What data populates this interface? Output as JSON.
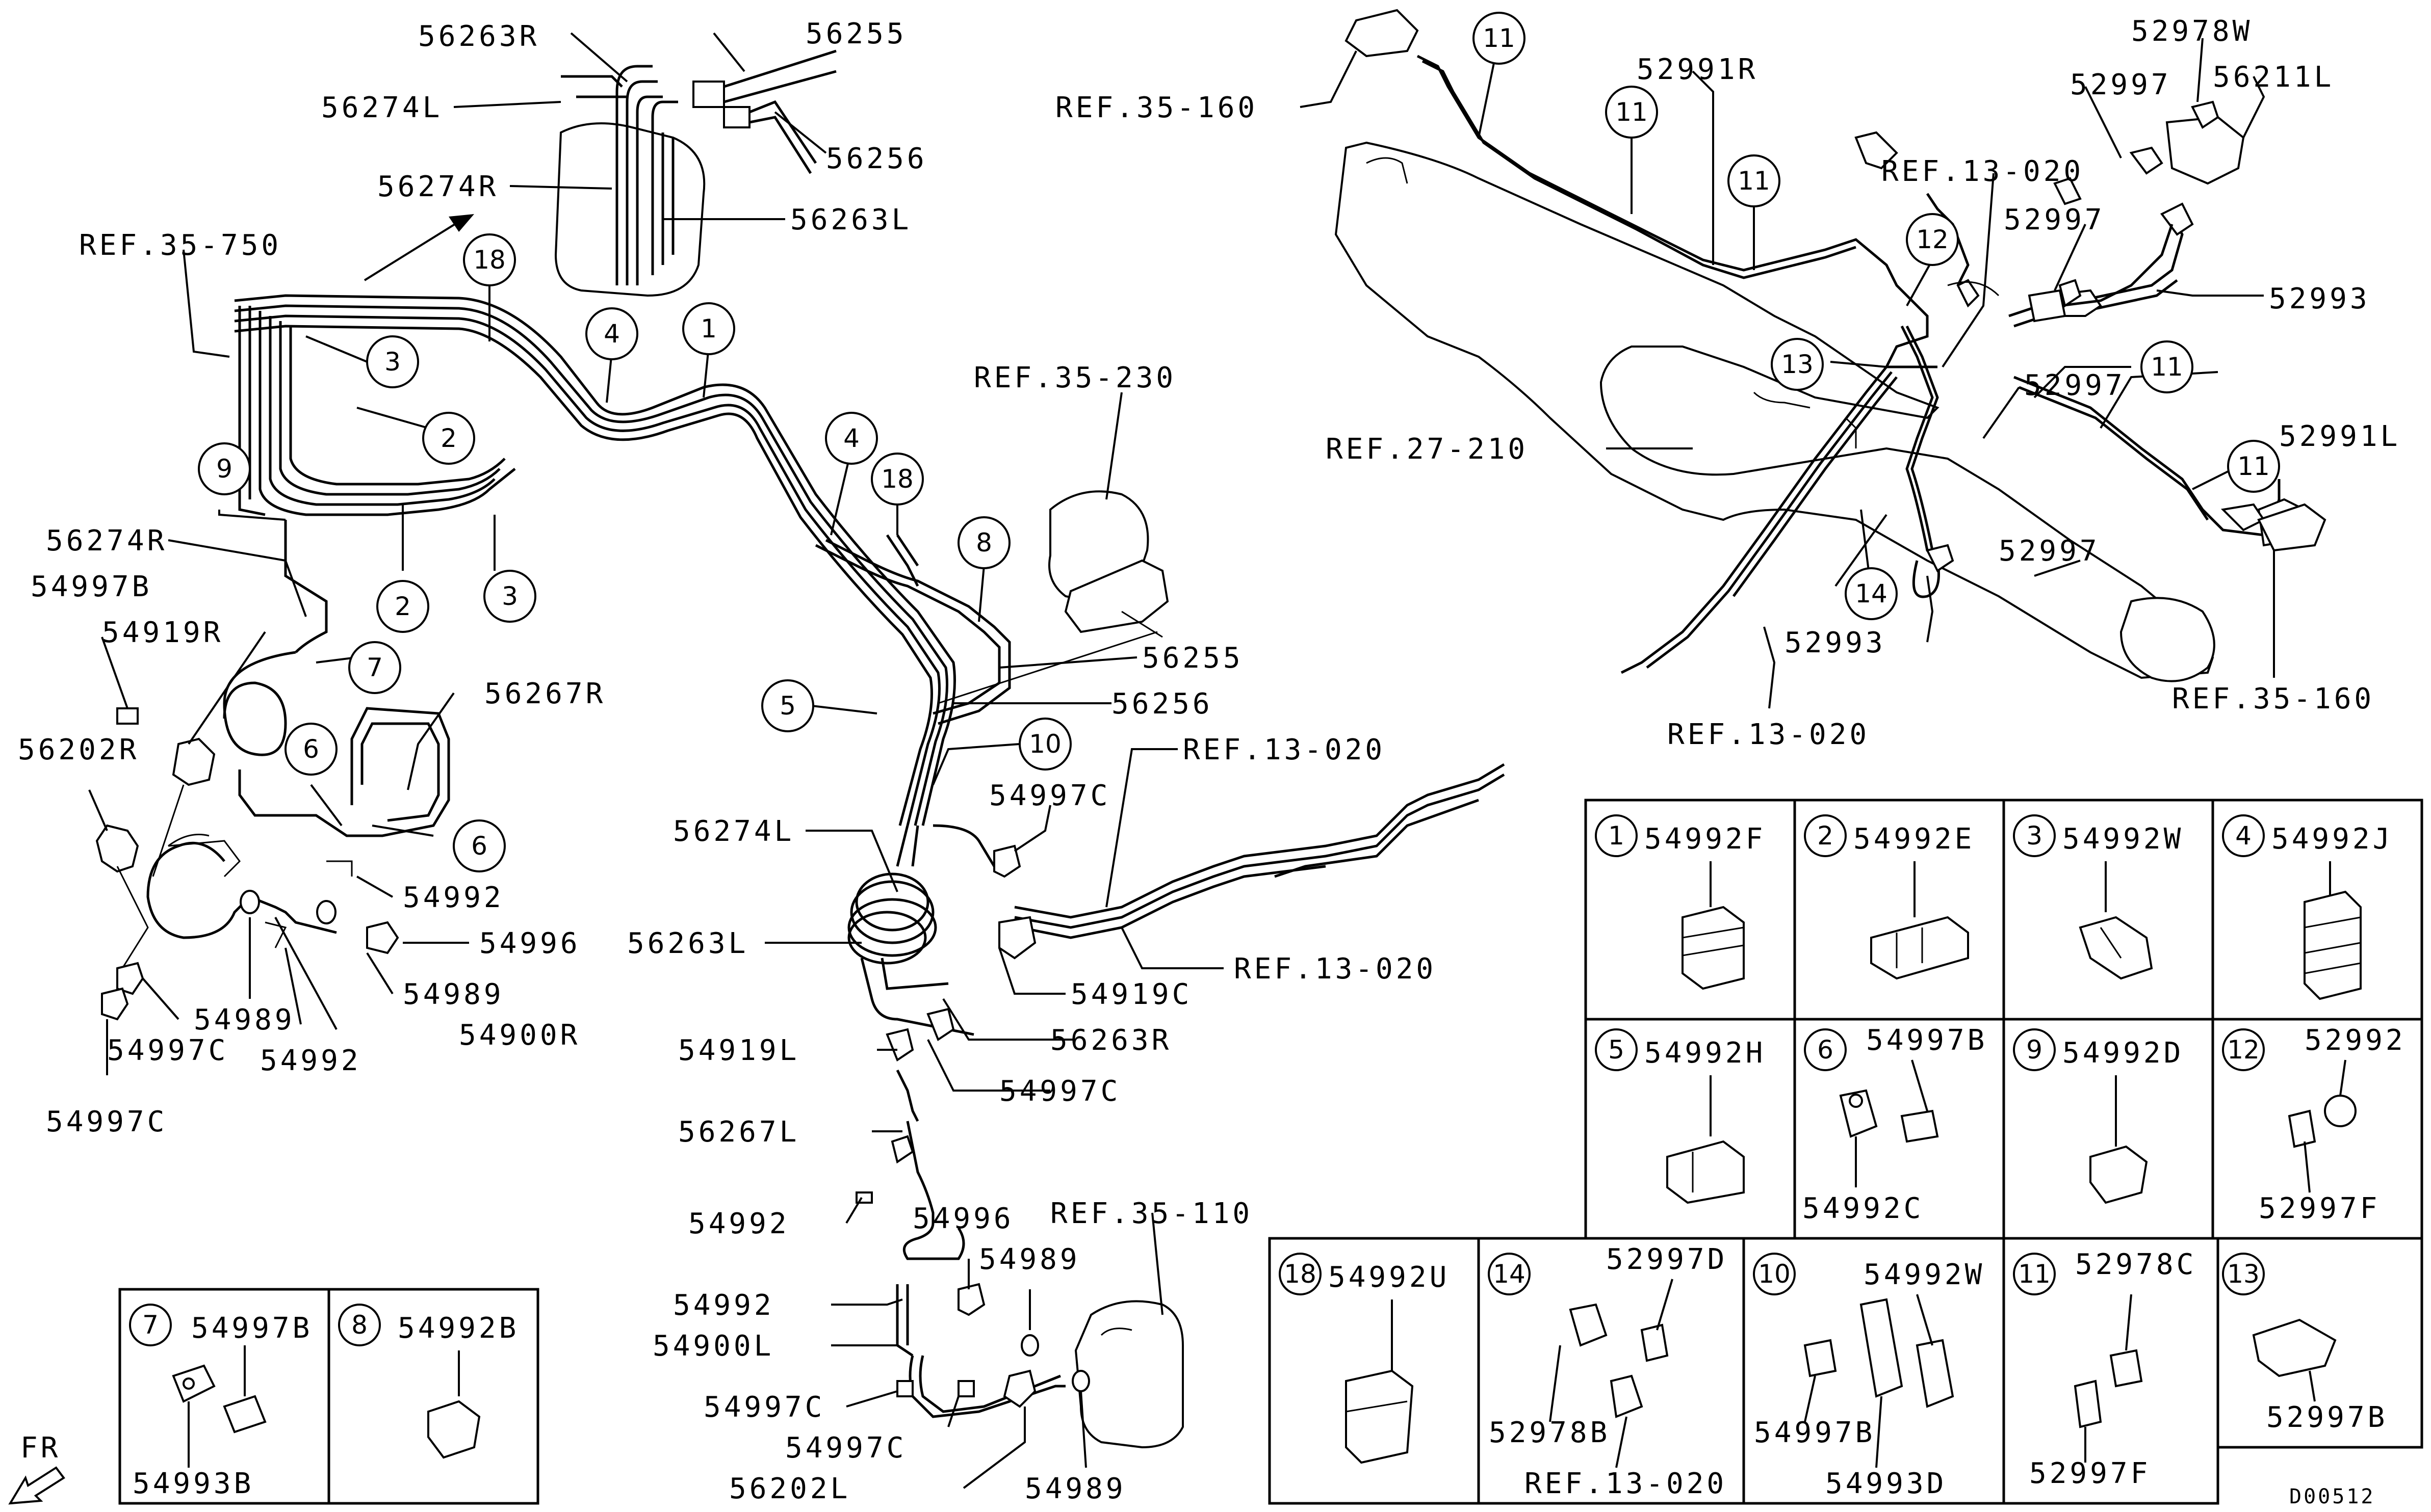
{
  "main_labels": {
    "l56263R_top": "56263R",
    "l56255_top": "56255",
    "l56274L_top": "56274L",
    "l56256_top": "56256",
    "l56274R_top": "56274R",
    "l56263L_top": "56263L",
    "ref35750": "REF.35-750",
    "l56274R_left": "56274R",
    "l54997B_left": "54997B",
    "l54919R": "54919R",
    "l56267R": "56267R",
    "l56202R": "56202R",
    "l54992_left": "54992",
    "l54996_left": "54996",
    "l54989_left": "54989",
    "l54989_left2": "54989",
    "l54900R": "54900R",
    "l54992_left2": "54992",
    "l54997C_left": "54997C",
    "l54997C_left2": "54997C",
    "ref35230": "REF.35-230",
    "l56255_mid": "56255",
    "l56256_mid": "56256",
    "ref13020_mid": "REF.13-020",
    "l54997C_mid": "54997C",
    "l56274L_mid": "56274L",
    "l56263L_mid": "56263L",
    "ref13020_mid2": "REF.13-020",
    "l54919C": "54919C",
    "l56263R_mid": "56263R",
    "l54919L": "54919L",
    "l54997C_mid2": "54997C",
    "l56267L": "56267L",
    "l54992_mid": "54992",
    "ref35110": "REF.35-110",
    "l54996_mid": "54996",
    "l54989_mid": "54989",
    "l54992_mid2": "54992",
    "l54900L": "54900L",
    "l54997C_mid3": "54997C",
    "l54997C_mid4": "54997C",
    "l56202L": "56202L",
    "l54989_mid2": "54989",
    "ref35160_top": "REF.35-160",
    "l52991R": "52991R",
    "l52978W": "52978W",
    "l52997_a": "52997",
    "l56211L": "56211L",
    "ref13020_right": "REF.13-020",
    "l52997_b": "52997",
    "l52993_a": "52993",
    "ref27210": "REF.27-210",
    "l52997_c": "52997",
    "l52991L": "52991L",
    "l52997_d": "52997",
    "l52993_b": "52993",
    "ref13020_bottom": "REF.13-020",
    "ref35160_right": "REF.35-160",
    "fr": "FR",
    "drawing_code": "D00512"
  },
  "callouts": {
    "c18a": "18",
    "c4a": "4",
    "c1": "1",
    "c3a": "3",
    "c2a": "2",
    "c2b": "2",
    "c3b": "3",
    "c9": "9",
    "c7": "7",
    "c6a": "6",
    "c6b": "6",
    "c4b": "4",
    "c18b": "18",
    "c8": "8",
    "c5": "5",
    "c10": "10",
    "c11a": "11",
    "c11b": "11",
    "c11c": "11",
    "c12": "12",
    "c13": "13",
    "c14": "14",
    "c11d": "11",
    "c11e": "11"
  },
  "legend_right": [
    {
      "num": "1",
      "part": "54992F"
    },
    {
      "num": "2",
      "part": "54992E"
    },
    {
      "num": "3",
      "part": "54992W"
    },
    {
      "num": "4",
      "part": "54992J"
    },
    {
      "num": "5",
      "part": "54992H"
    },
    {
      "num": "6",
      "part": "54997B",
      "part2": "54992C"
    },
    {
      "num": "9",
      "part": "54992D"
    },
    {
      "num": "12",
      "part": "52992",
      "part2": "52997F"
    }
  ],
  "legend_bottom": [
    {
      "num": "18",
      "part": "54992U"
    },
    {
      "num": "14",
      "part": "52997D",
      "part2": "52978B",
      "part3": "REF.13-020"
    },
    {
      "num": "10",
      "part": "54992W",
      "part2": "54997B",
      "part3": "54993D"
    },
    {
      "num": "11",
      "part": "52978C",
      "part2": "52997F"
    },
    {
      "num": "13",
      "part": "52997B"
    }
  ],
  "legend_left": [
    {
      "num": "7",
      "part": "54997B",
      "part2": "54993B"
    },
    {
      "num": "8",
      "part": "54992B"
    }
  ]
}
